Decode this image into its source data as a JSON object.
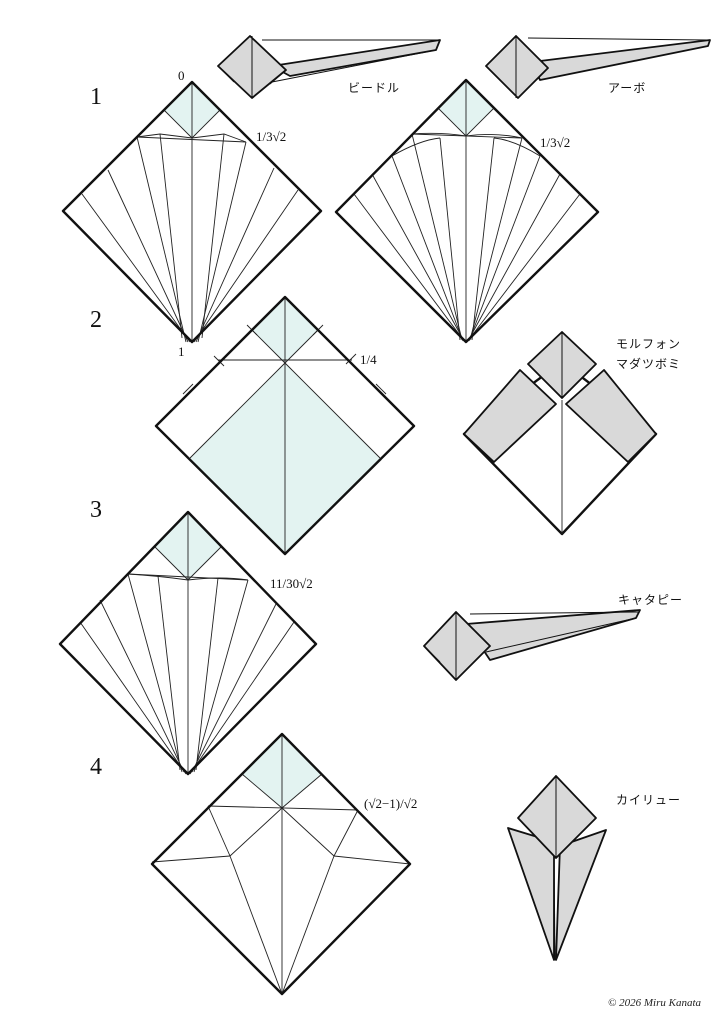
{
  "steps": [
    {
      "number": "1",
      "labels": [
        "0",
        "1/3√2",
        "1",
        "1/3√2"
      ]
    },
    {
      "number": "2",
      "labels": [
        "1/4"
      ]
    },
    {
      "number": "3",
      "labels": [
        "11/30√2"
      ]
    },
    {
      "number": "4",
      "labels": [
        "(√2−1)/√2"
      ]
    }
  ],
  "models": [
    "ビードル",
    "アーボ",
    "モルフォン",
    "マダツボミ",
    "キャタピー",
    "カイリュー"
  ],
  "credit": "© 2026 Miru Kanata",
  "colors": {
    "tint": "#e3f3f1",
    "grey": "#d9d9d9",
    "line": "#111111"
  }
}
